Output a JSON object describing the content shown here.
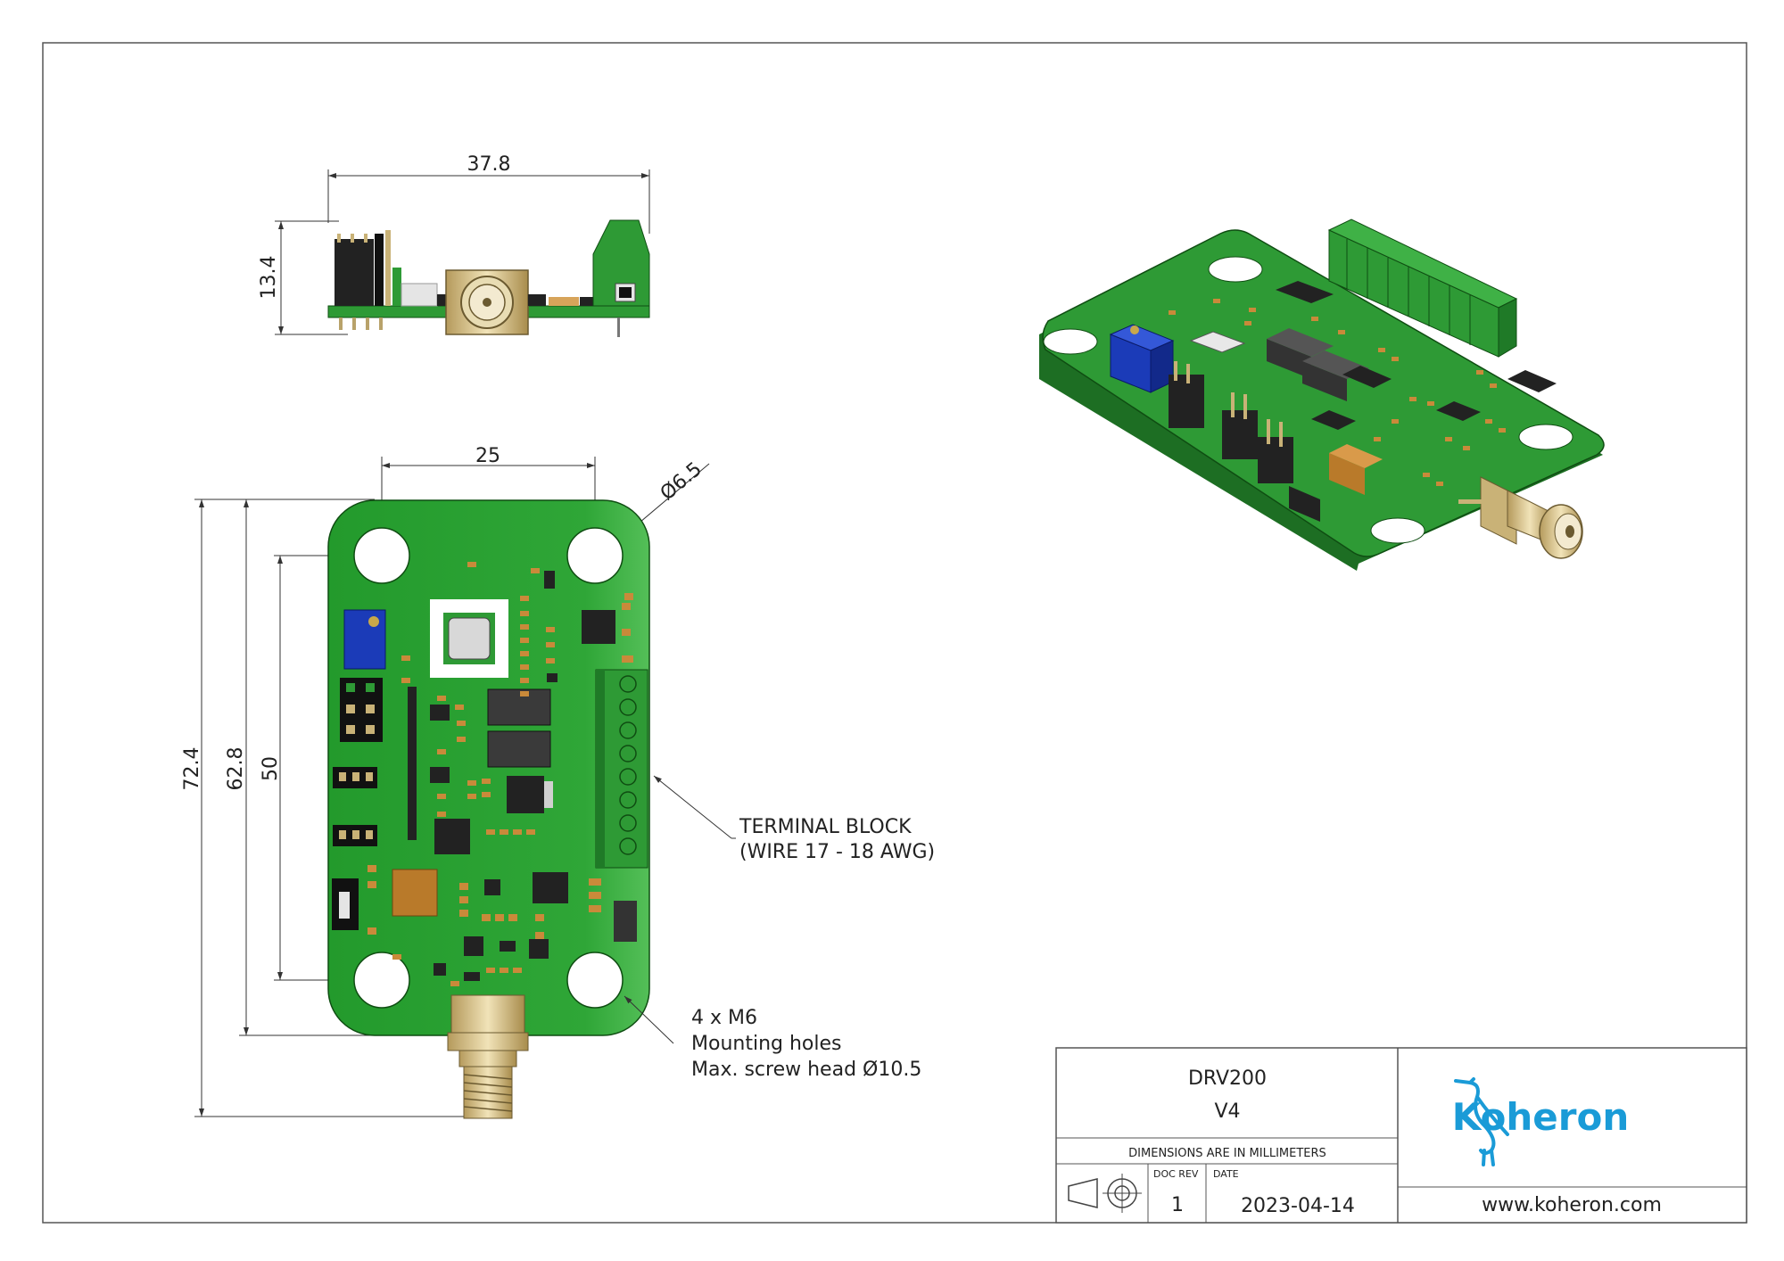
{
  "dimensions": {
    "top_width": "37.8",
    "top_height": "13.4",
    "hole_spacing_x": "25",
    "hole_diameter": "Ø6.5",
    "overall_length": "72.4",
    "board_length": "62.8",
    "hole_spacing_y": "50"
  },
  "notes": {
    "terminal_block_line1": "TERMINAL BLOCK",
    "terminal_block_line2": "(WIRE 17 - 18 AWG)",
    "mounting_line1": "4 x M6",
    "mounting_line2": "Mounting holes",
    "mounting_line3": "Max. screw head Ø10.5"
  },
  "title_block": {
    "product": "DRV200",
    "version": "V4",
    "dimensions_note": "DIMENSIONS ARE IN MILLIMETERS",
    "doc_rev_label": "DOC REV",
    "doc_rev_value": "1",
    "date_label": "DATE",
    "date_value": "2023-04-14",
    "brand": "Koheron",
    "website": "www.koheron.com"
  },
  "colors": {
    "pcb_green": "#2e9a35",
    "brand_blue": "#1a9bd7",
    "connector_gold": "#d7c69a",
    "pot_blue": "#1b3bb8"
  }
}
